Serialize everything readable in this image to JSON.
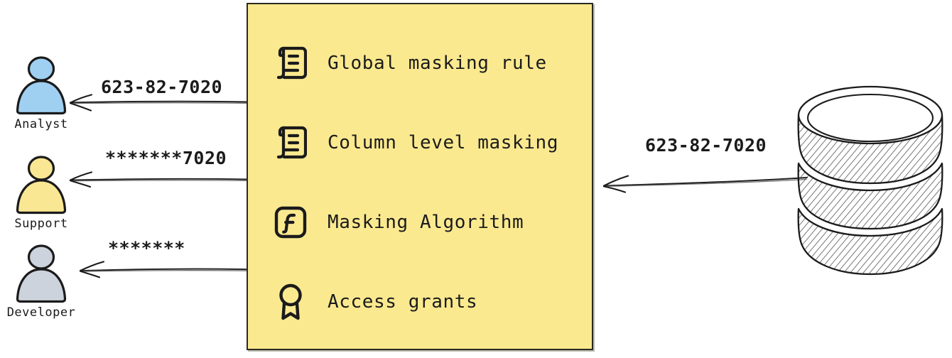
{
  "diagram": {
    "type": "data-masking-flow",
    "background": "#ffffff",
    "accent_panel_color": "#fae98f",
    "line_color": "#1b1b1b"
  },
  "actors": [
    {
      "id": "analyst",
      "label": "Analyst",
      "icon": "person-icon",
      "color": "#9fd0f2",
      "outflow_label": "623-82-7020"
    },
    {
      "id": "support",
      "label": "Support",
      "icon": "person-icon",
      "color": "#fae793",
      "outflow_label": "*******7020"
    },
    {
      "id": "developer",
      "label": "Developer",
      "icon": "person-icon",
      "color": "#ccd3dc",
      "outflow_label": "*******"
    }
  ],
  "masking_panel": {
    "background": "#fae98f",
    "items": [
      {
        "icon": "scroll-icon",
        "label": "Global masking rule"
      },
      {
        "icon": "scroll-icon",
        "label": "Column level masking"
      },
      {
        "icon": "function-icon",
        "label": "Masking Algorithm"
      },
      {
        "icon": "award-icon",
        "label": "Access grants"
      }
    ]
  },
  "database": {
    "icon": "database-cylinder-icon",
    "inflow_label": "623-82-7020"
  }
}
